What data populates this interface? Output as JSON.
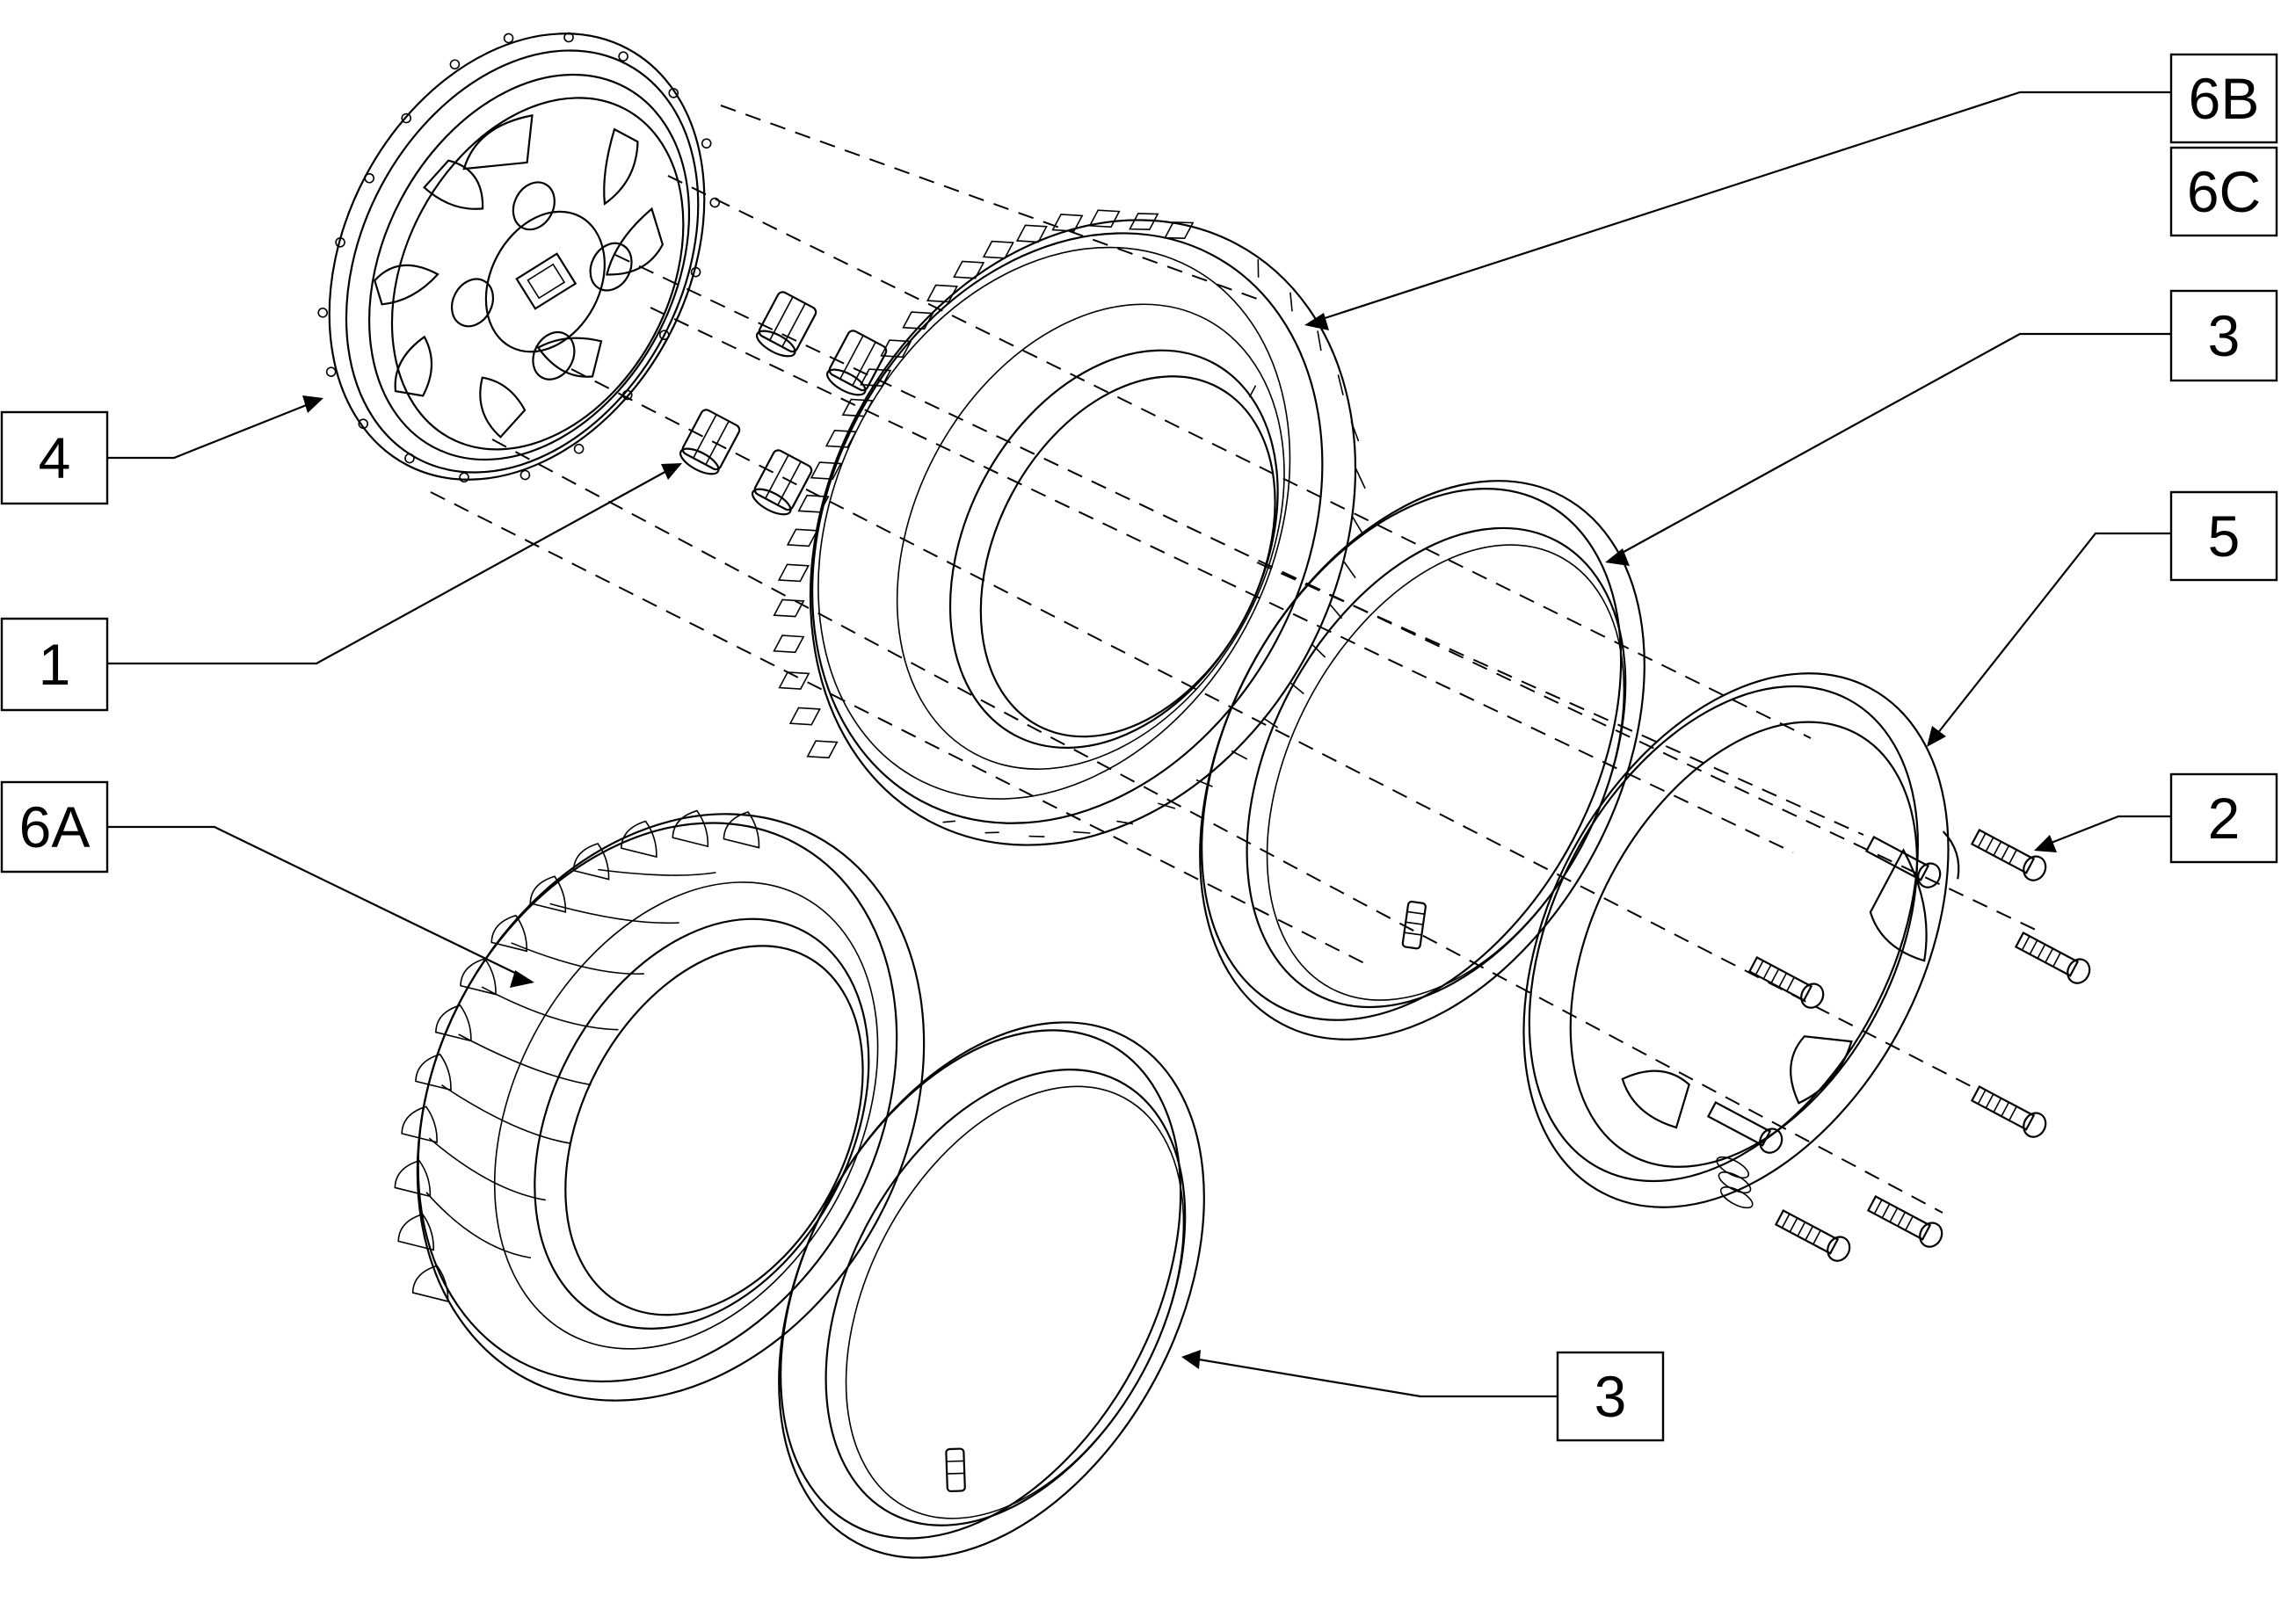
{
  "callouts": {
    "c4": "4",
    "c1": "1",
    "c6a": "6A",
    "c6b": "6B",
    "c6c": "6C",
    "c3_top": "3",
    "c5": "5",
    "c2": "2",
    "c3_bottom": "3"
  },
  "parts": {
    "rim_half": "hub-rim-half",
    "lug_nuts": "lug-nut",
    "tire_knobby": "knobby-tire",
    "tire_street": "street-tire",
    "inner_tube": "inner-tube",
    "rim_ring": "rim-ring",
    "bolts": "socket-head-bolt"
  }
}
